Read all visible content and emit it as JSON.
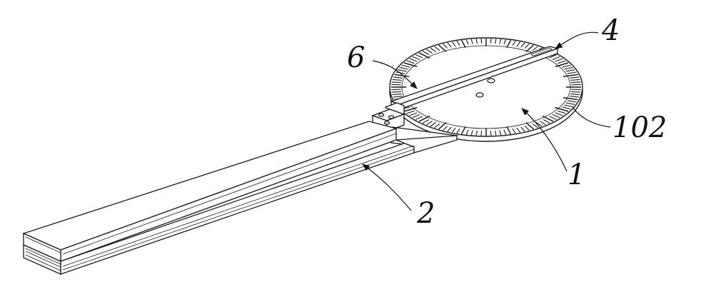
{
  "labels": {
    "one": "1",
    "two": "2",
    "four": "4",
    "six": "6",
    "one_oh_two": "102"
  },
  "colors": {
    "line": "#1a1a1a",
    "background": "#ffffff"
  }
}
